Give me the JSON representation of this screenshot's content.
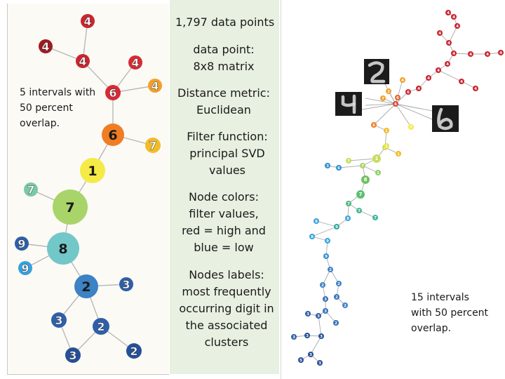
{
  "left_note": "5 intervals with\n50 percent\noverlap.",
  "right_note": "15 intervals\nwith 50 percent\noverlap.",
  "middle": {
    "data_points": "1,797 data points",
    "data_point": "data point:\n8x8 matrix",
    "distance": "Distance metric:\nEuclidean",
    "filter": "Filter function:\nprincipal SVD\nvalues",
    "colors": "Node colors:\nfilter values,\nred = high and\nblue = low",
    "labels": "Nodes labels:\nmost frequently\noccurring digit in\nthe associated\nclusters"
  },
  "colors": {
    "red": "#c9252f",
    "orange": "#f07d23",
    "yellow_orange": "#f1b12a",
    "yellow": "#f6ea46",
    "green": "#a9d46a",
    "teal": "#72c7c8",
    "light_blue": "#35a2dd",
    "blue": "#3c82c4",
    "navy": "#264f98",
    "dark_red": "#9e1b22"
  },
  "left_graph": {
    "nodes": [
      {
        "id": "n4a",
        "label": "4",
        "color": "#c9252f"
      },
      {
        "id": "n4b",
        "label": "4",
        "color": "#9e1b22"
      },
      {
        "id": "n4c",
        "label": "4",
        "color": "#c9252f"
      },
      {
        "id": "n4d",
        "label": "4",
        "color": "#d82a34"
      },
      {
        "id": "n4e",
        "label": "4",
        "color": "#f1a12a"
      },
      {
        "id": "n6a",
        "label": "6",
        "color": "#d82a34"
      },
      {
        "id": "n6b",
        "label": "6",
        "color": "#f07d23"
      },
      {
        "id": "n7a",
        "label": "7",
        "color": "#f2bc26"
      },
      {
        "id": "n1",
        "label": "1",
        "color": "#f6ea46"
      },
      {
        "id": "n7b",
        "label": "7",
        "color": "#79c9a5"
      },
      {
        "id": "n7c",
        "label": "7",
        "color": "#a9d46a"
      },
      {
        "id": "n9a",
        "label": "9",
        "color": "#2d5fa7"
      },
      {
        "id": "n8",
        "label": "8",
        "color": "#72c7c8"
      },
      {
        "id": "n9b",
        "label": "9",
        "color": "#35a2dd"
      },
      {
        "id": "n2a",
        "label": "2",
        "color": "#3c82c4"
      },
      {
        "id": "n3a",
        "label": "3",
        "color": "#2f5fa8"
      },
      {
        "id": "n3b",
        "label": "3",
        "color": "#2f5fa8"
      },
      {
        "id": "n2b",
        "label": "2",
        "color": "#2f5fa8"
      },
      {
        "id": "n3c",
        "label": "3",
        "color": "#264f98"
      },
      {
        "id": "n2c",
        "label": "2",
        "color": "#264f98"
      }
    ],
    "edges": [
      [
        "n4a",
        "n4c"
      ],
      [
        "n4b",
        "n4c"
      ],
      [
        "n4c",
        "n6a"
      ],
      [
        "n4d",
        "n6a"
      ],
      [
        "n4e",
        "n6a"
      ],
      [
        "n6a",
        "n6b"
      ],
      [
        "n6b",
        "n7a"
      ],
      [
        "n6b",
        "n1"
      ],
      [
        "n1",
        "n7c"
      ],
      [
        "n7b",
        "n7c"
      ],
      [
        "n7c",
        "n8"
      ],
      [
        "n9a",
        "n8"
      ],
      [
        "n9b",
        "n8"
      ],
      [
        "n8",
        "n2a"
      ],
      [
        "n2a",
        "n3a"
      ],
      [
        "n2a",
        "n3b"
      ],
      [
        "n2a",
        "n2b"
      ],
      [
        "n3b",
        "n3c"
      ],
      [
        "n2b",
        "n3c"
      ],
      [
        "n2b",
        "n2c"
      ]
    ]
  },
  "right_graph": {
    "nodes": [
      {
        "id": "r1",
        "label": "4",
        "color": "#c9252f"
      },
      {
        "id": "r2",
        "label": "4",
        "color": "#c9252f"
      },
      {
        "id": "r3",
        "label": "4",
        "color": "#c9252f"
      },
      {
        "id": "r4",
        "label": "4",
        "color": "#c9252f"
      },
      {
        "id": "r5",
        "label": "4",
        "color": "#c9252f"
      },
      {
        "id": "r6",
        "label": "4",
        "color": "#c9252f"
      },
      {
        "id": "r7",
        "label": "4",
        "color": "#c9252f"
      },
      {
        "id": "r8",
        "label": "4",
        "color": "#c9252f"
      },
      {
        "id": "r9",
        "label": "4",
        "color": "#c9252f"
      },
      {
        "id": "r10",
        "label": "4",
        "color": "#c9252f"
      },
      {
        "id": "r11",
        "label": "4",
        "color": "#c9252f"
      },
      {
        "id": "r12",
        "label": "4",
        "color": "#c9252f"
      },
      {
        "id": "r13",
        "label": "4",
        "color": "#c9252f"
      },
      {
        "id": "r14",
        "label": "4",
        "color": "#c9252f"
      },
      {
        "id": "r15",
        "label": "4",
        "color": "#c9252f"
      },
      {
        "id": "r16",
        "label": "6",
        "color": "#c9252f"
      },
      {
        "id": "r17",
        "label": "6",
        "color": "#d8453a"
      },
      {
        "id": "r18",
        "label": "6",
        "color": "#e2652e"
      },
      {
        "id": "r19",
        "label": "4",
        "color": "#f1a12a"
      },
      {
        "id": "r20",
        "label": "2",
        "color": "#f1a12a"
      },
      {
        "id": "r21",
        "label": "7",
        "color": "#f1a12a"
      },
      {
        "id": "r22",
        "label": "6",
        "color": "#f07d23"
      },
      {
        "id": "r23",
        "label": "1",
        "color": "#f2bc26"
      },
      {
        "id": "r24",
        "label": "7",
        "color": "#f6ea46"
      },
      {
        "id": "r25",
        "label": "6",
        "color": "#c7de5b"
      },
      {
        "id": "r26",
        "label": "1",
        "color": "#f2bc26"
      },
      {
        "id": "r27",
        "label": "1",
        "color": "#e4e44a"
      },
      {
        "id": "r28",
        "label": "7",
        "color": "#c7de5b"
      },
      {
        "id": "r29",
        "label": "1",
        "color": "#c7de5b"
      },
      {
        "id": "r30",
        "label": "7",
        "color": "#a9d46a"
      },
      {
        "id": "r31",
        "label": "1",
        "color": "#8fce6a"
      },
      {
        "id": "r32",
        "label": "8",
        "color": "#72c160"
      },
      {
        "id": "r33",
        "label": "7",
        "color": "#5fbf75"
      },
      {
        "id": "r34",
        "label": "3",
        "color": "#2f8fd1"
      },
      {
        "id": "r35",
        "label": "6",
        "color": "#2f8fd1"
      },
      {
        "id": "r36",
        "label": "7",
        "color": "#50b97f"
      },
      {
        "id": "r37",
        "label": "7",
        "color": "#4bb891"
      },
      {
        "id": "r38",
        "label": "7",
        "color": "#3db6a0"
      },
      {
        "id": "r39",
        "label": "8",
        "color": "#35a2dd"
      },
      {
        "id": "r40",
        "label": "9",
        "color": "#33a8a3"
      },
      {
        "id": "r41",
        "label": "8",
        "color": "#35a2dd"
      },
      {
        "id": "r42",
        "label": "8",
        "color": "#35a2dd"
      },
      {
        "id": "r43",
        "label": "9",
        "color": "#35a2dd"
      },
      {
        "id": "r44",
        "label": "9",
        "color": "#2f8fd1"
      },
      {
        "id": "r45",
        "label": "2",
        "color": "#3c82c4"
      },
      {
        "id": "r46",
        "label": "2",
        "color": "#3c82c4"
      },
      {
        "id": "r47",
        "label": "2",
        "color": "#3c82c4"
      },
      {
        "id": "r48",
        "label": "3",
        "color": "#3570b8"
      },
      {
        "id": "r49",
        "label": "2",
        "color": "#3c82c4"
      },
      {
        "id": "r50",
        "label": "3",
        "color": "#3570b8"
      },
      {
        "id": "r51",
        "label": "2",
        "color": "#3570b8"
      },
      {
        "id": "r52",
        "label": "2",
        "color": "#3570b8"
      },
      {
        "id": "r53",
        "label": "3",
        "color": "#2f5fa8"
      },
      {
        "id": "r54",
        "label": "3",
        "color": "#2f5fa8"
      },
      {
        "id": "r55",
        "label": "3",
        "color": "#2f5fa8"
      },
      {
        "id": "r56",
        "label": "3",
        "color": "#264f98"
      },
      {
        "id": "r57",
        "label": "3",
        "color": "#264f98"
      },
      {
        "id": "r58",
        "label": "5",
        "color": "#264f98"
      },
      {
        "id": "r59",
        "label": "3",
        "color": "#264f98"
      },
      {
        "id": "r60",
        "label": "3",
        "color": "#264f98"
      }
    ]
  }
}
